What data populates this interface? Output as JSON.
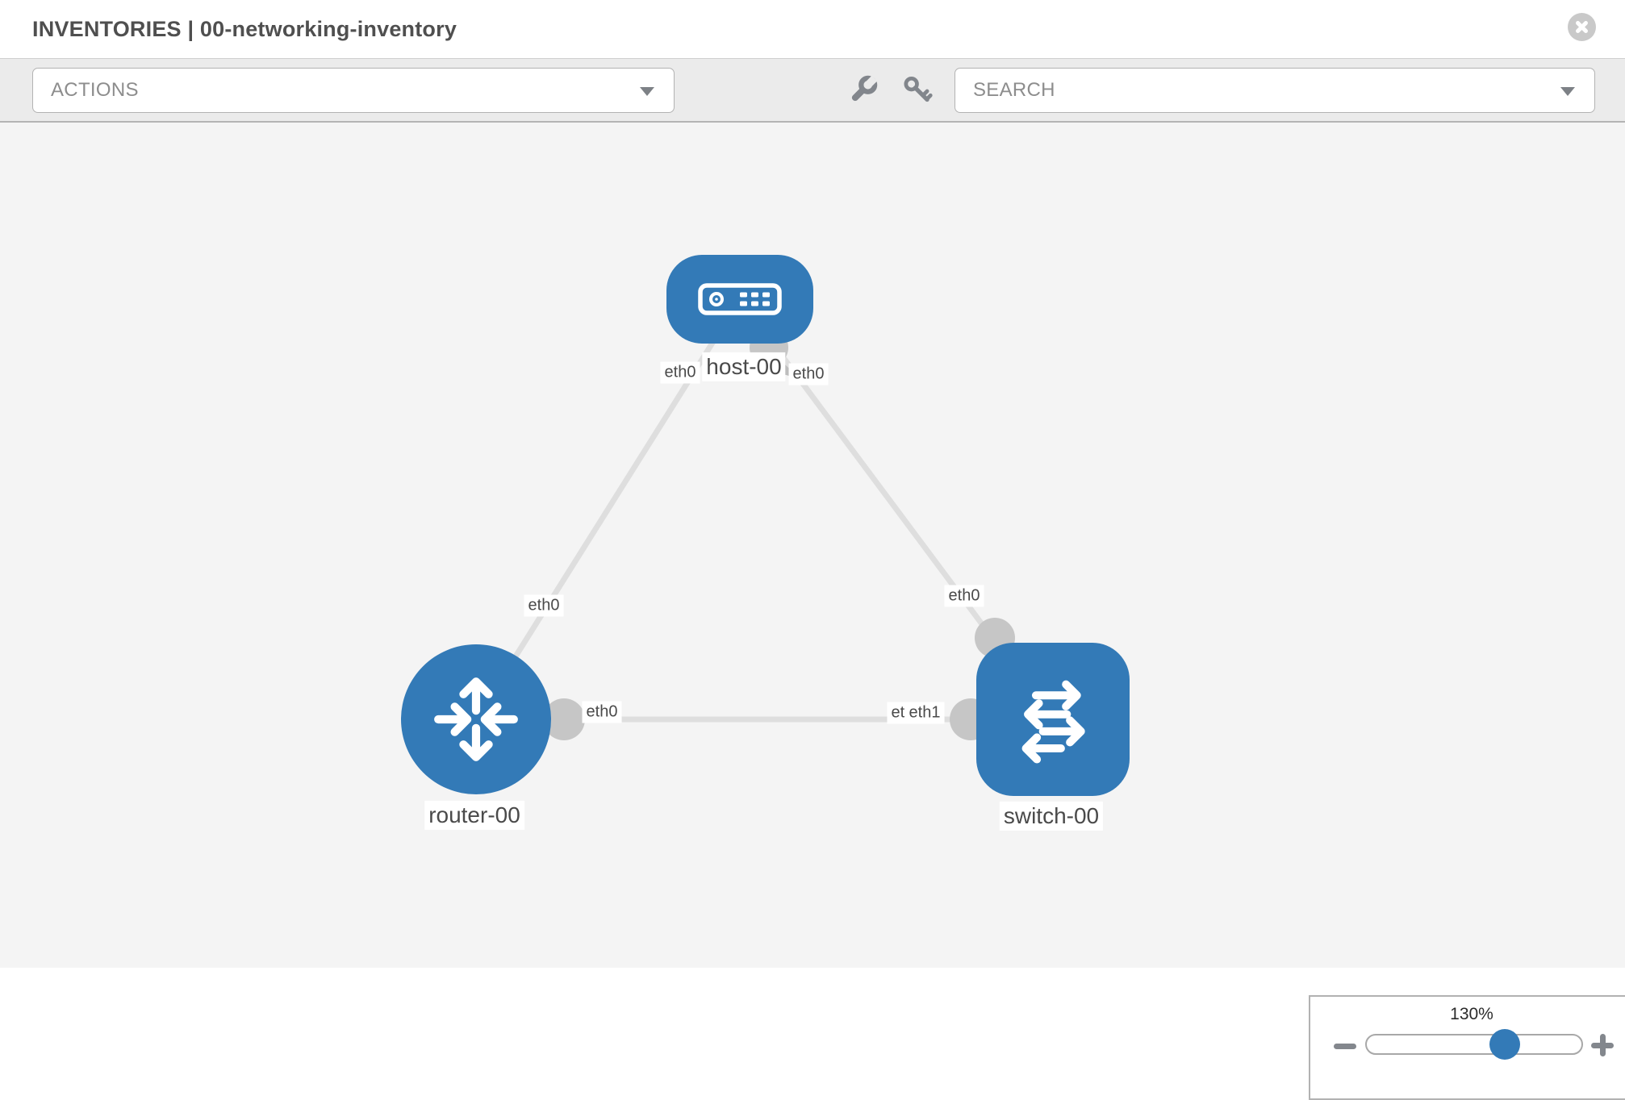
{
  "header": {
    "title": "INVENTORIES | 00-networking-inventory"
  },
  "toolbar": {
    "actions_label": "ACTIONS",
    "search_placeholder": "SEARCH",
    "icons": [
      "wrench-icon",
      "key-icon"
    ]
  },
  "topology": {
    "nodes": [
      {
        "name": "host-00",
        "type": "host"
      },
      {
        "name": "router-00",
        "type": "router"
      },
      {
        "name": "switch-00",
        "type": "switch"
      }
    ],
    "links": [
      {
        "source": "host-00",
        "source_interface": "eth0",
        "target": "router-00",
        "target_interface": "eth0"
      },
      {
        "source": "host-00",
        "source_interface": "eth0",
        "target": "switch-00",
        "target_interface": "eth0"
      },
      {
        "source": "router-00",
        "source_interface": "eth0",
        "target": "switch-00",
        "target_interface": "eth1"
      }
    ],
    "labels": {
      "host_node": "host-00",
      "router_node": "router-00",
      "switch_node": "switch-00",
      "link1_host_end": "eth0",
      "link1_router_end": "eth0",
      "link2_host_end": "eth0",
      "link2_switch_end": "eth0",
      "link3_router_end": "eth0",
      "link3_switch_end_back": "eth0",
      "link3_switch_end_front": "eth1"
    }
  },
  "zoom_control": {
    "level": "130%"
  },
  "colors": {
    "node_blue": "#337ab7",
    "link_gray": "#dedede",
    "port_gray": "#c6c6c6",
    "canvas_bg": "#f4f4f4",
    "toolbar_bg": "#ebebeb"
  }
}
